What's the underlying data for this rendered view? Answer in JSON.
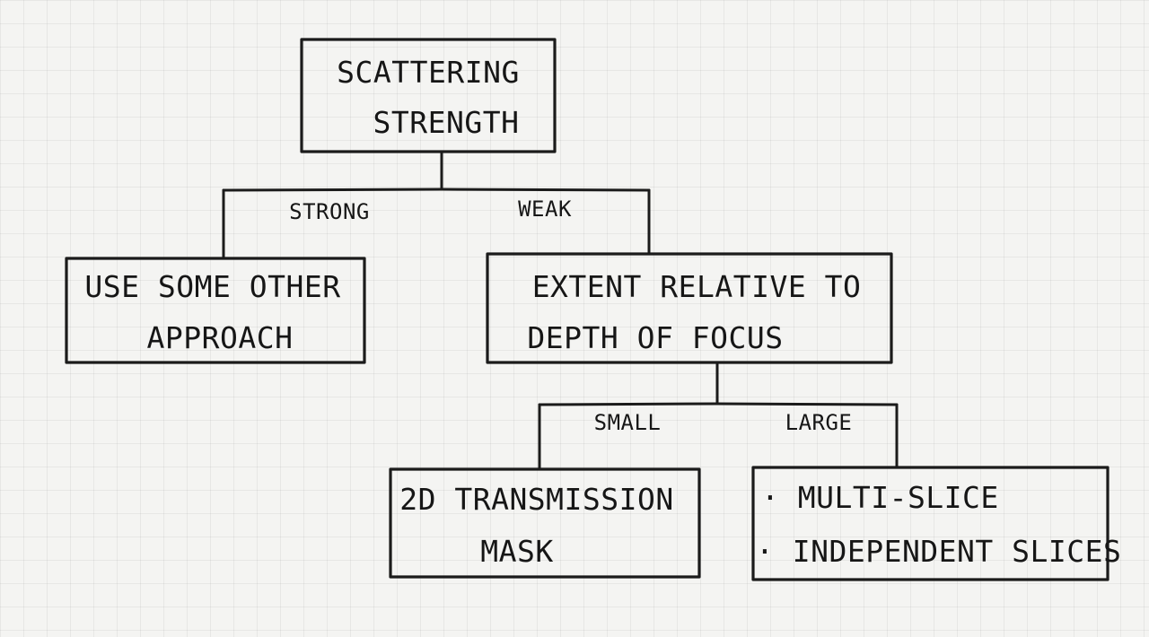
{
  "nodes": {
    "scattering_strength": {
      "lines": [
        "SCATTERING",
        "STRENGTH"
      ]
    },
    "other_approach": {
      "lines": [
        "USE SOME OTHER",
        "APPROACH"
      ]
    },
    "extent_relative": {
      "lines": [
        "EXTENT RELATIVE TO",
        "DEPTH OF FOCUS"
      ]
    },
    "transmission_mask": {
      "lines": [
        "2D TRANSMISSION",
        "MASK"
      ]
    },
    "slices": {
      "lines": [
        "· MULTI-SLICE",
        "· INDEPENDENT SLICES"
      ]
    }
  },
  "edges": {
    "strong": "STRONG",
    "weak": "WEAK",
    "small": "SMALL",
    "large": "LARGE"
  }
}
